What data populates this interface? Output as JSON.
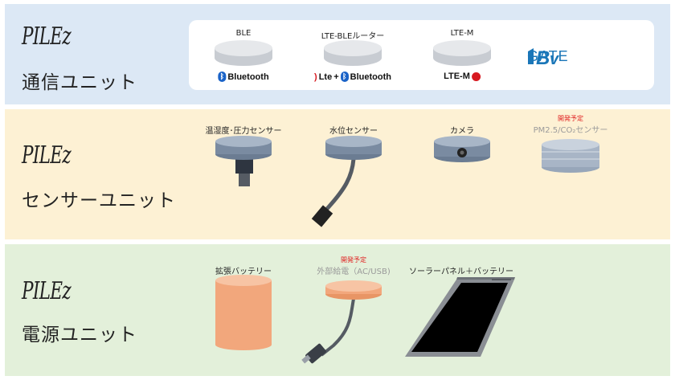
{
  "logo_text": "PILEz",
  "units": {
    "comm": "通信ユニット",
    "sensor": "センサーユニット",
    "power": "電源ユニット"
  },
  "comm": {
    "items": [
      {
        "label": "BLE",
        "badge": "Bluetooth"
      },
      {
        "label": "LTE-BLEルーター",
        "badge_lte": "Lte",
        "badge_plus": "+",
        "badge": "Bluetooth"
      },
      {
        "label": "LTE-M",
        "badge": "LTE-M"
      }
    ],
    "gate_brand": "GATE"
  },
  "sensor": {
    "items": [
      {
        "label": "温湿度･圧力センサー"
      },
      {
        "label": "水位センサー"
      },
      {
        "label": "カメラ"
      },
      {
        "label": "PM2.5/CO₂センサー",
        "tag": "開発予定"
      }
    ]
  },
  "power": {
    "items": [
      {
        "label": "拡張バッテリー"
      },
      {
        "label": "外部給電（AC/USB)",
        "tag": "開発予定"
      },
      {
        "label": "ソーラーパネル＋バッテリー"
      }
    ]
  },
  "colors": {
    "comm_bg": "#dce8f5",
    "sensor_bg": "#fdf1d4",
    "power_bg": "#e3f0da",
    "dev_tag": "#e02020",
    "bluetooth": "#1a63c8"
  }
}
